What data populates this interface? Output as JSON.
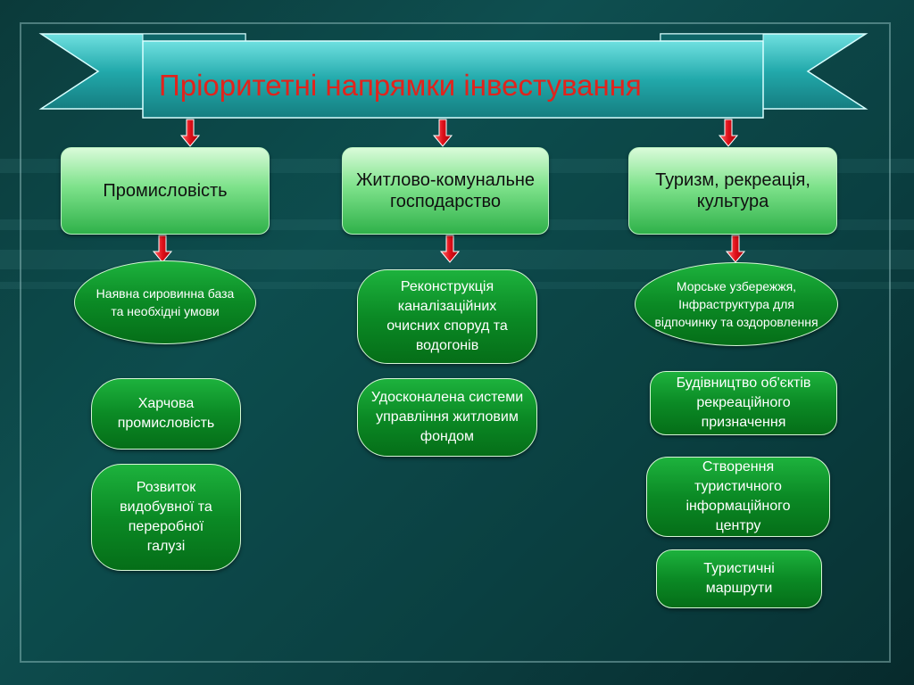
{
  "title": "Пріоритетні напрямки інвестування",
  "colors": {
    "title": "#e1231c",
    "banner": "#1fa3a5",
    "arrow": "#e0101a",
    "item": "#0b8a25",
    "category": "#7ee28b"
  },
  "categories": [
    {
      "label": "Промисловість"
    },
    {
      "label": "Житлово-комунальне господарство"
    },
    {
      "label": "Туризм, рекреація, культура"
    }
  ],
  "columns": [
    {
      "items": [
        "Наявна сировинна база та необхідні умови",
        "Харчова промисловість",
        "Розвиток видобувної та переробної галузі"
      ]
    },
    {
      "items": [
        "Реконструкція каналізаційних очисних споруд та водогонів",
        "Удосконалена системи управління житловим фондом"
      ]
    },
    {
      "items": [
        "Морське узбережжя, Інфраструктура для відпочинку та оздоровлення",
        "Будівництво об'єктів рекреаційного призначення",
        "Створення туристичного інформаційного центру",
        "Туристичні маршрути"
      ]
    }
  ]
}
